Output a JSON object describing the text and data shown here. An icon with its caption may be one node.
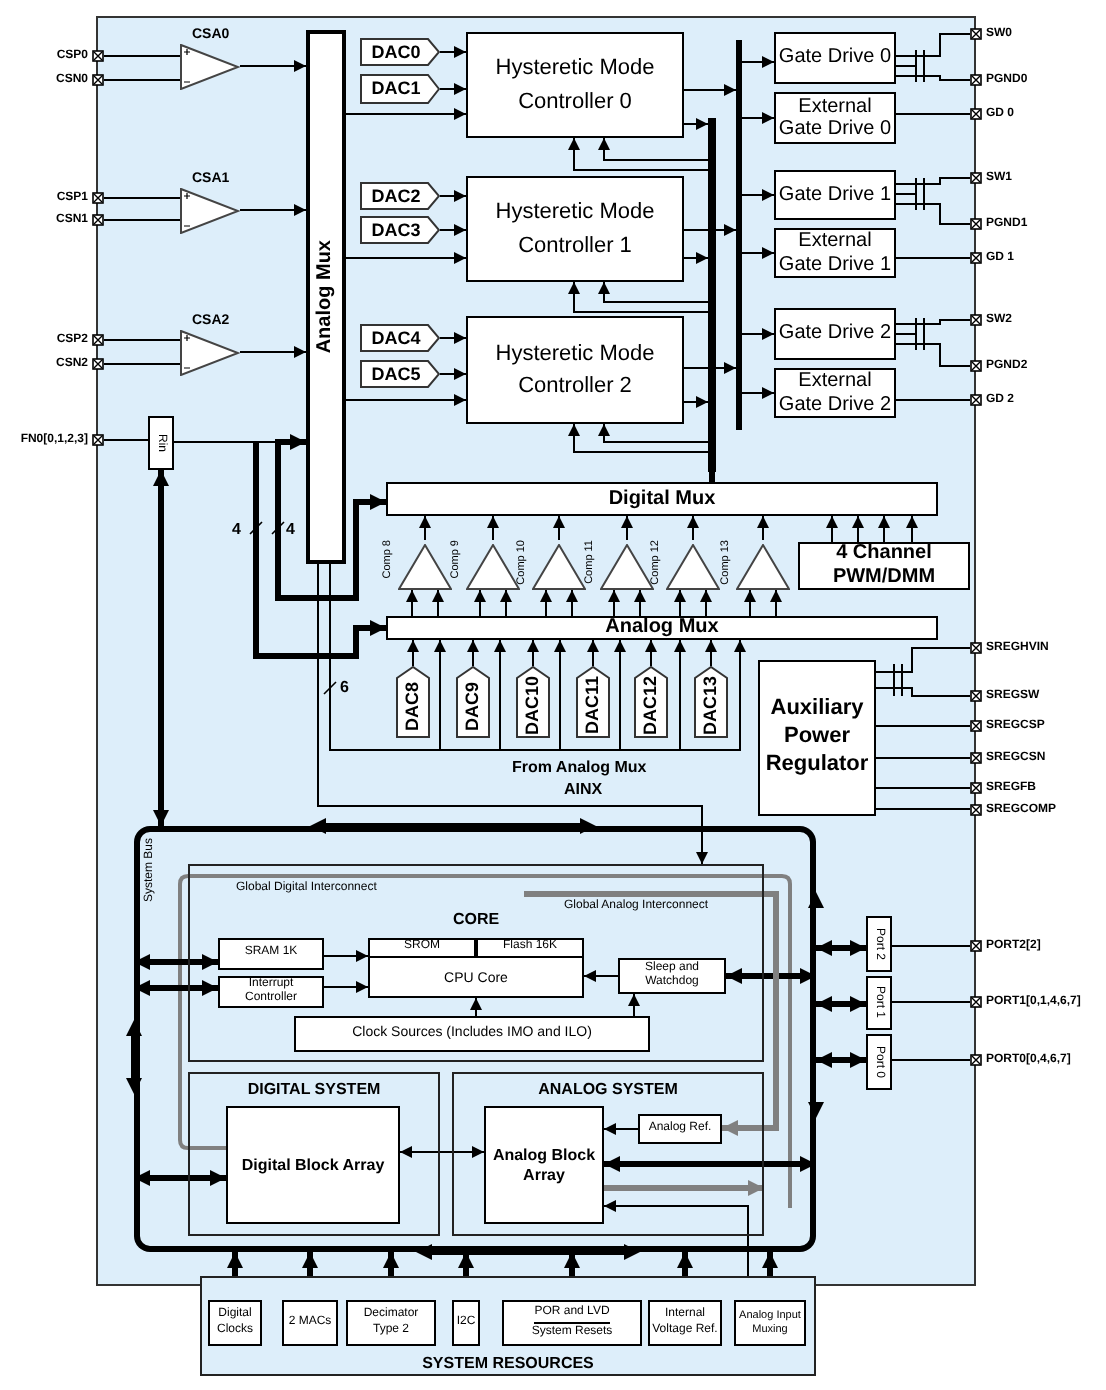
{
  "diagram": {
    "nodes": [
      {
        "text": [
          "CSP0"
        ]
      },
      {
        "text": [
          "CSN0"
        ]
      },
      {
        "text": [
          "CSA0"
        ]
      },
      {
        "text": [
          "CSP1"
        ]
      },
      {
        "text": [
          "CSN1"
        ]
      },
      {
        "text": [
          "CSA1"
        ]
      },
      {
        "text": [
          "CSP2"
        ]
      },
      {
        "text": [
          "CSN2"
        ]
      },
      {
        "text": [
          "CSA2"
        ]
      },
      {
        "text": [
          "FN0[0,1,2,3]"
        ]
      },
      {
        "text": [
          "Rin"
        ]
      },
      {
        "text": [
          "Analog Mux"
        ]
      },
      {
        "text": [
          "DAC0"
        ]
      },
      {
        "text": [
          "DAC1"
        ]
      },
      {
        "text": [
          "Hysteretic Mode Controller 0"
        ]
      },
      {
        "text": [
          "DAC2"
        ]
      },
      {
        "text": [
          "DAC3"
        ]
      },
      {
        "text": [
          "Hysteretic Mode Controller 1"
        ]
      },
      {
        "text": [
          "DAC4"
        ]
      },
      {
        "text": [
          "DAC5"
        ]
      },
      {
        "text": [
          "Hysteretic Mode Controller 2"
        ]
      },
      {
        "text": [],
        "shape": "bar"
      },
      {
        "text": [],
        "shape": "bar"
      },
      {
        "text": [
          "Gate Drive 0"
        ]
      },
      {
        "text": [
          "External Gate Drive 0"
        ]
      },
      {
        "text": [
          "Gate Drive 1"
        ]
      },
      {
        "text": [
          "External Gate Drive 1"
        ]
      },
      {
        "text": [
          "Gate Drive 2"
        ]
      },
      {
        "text": [
          "External Gate Drive 2"
        ]
      },
      {
        "text": [
          "SW0"
        ]
      },
      {
        "text": [
          "PGND0"
        ]
      },
      {
        "text": [
          "GD 0"
        ]
      },
      {
        "text": [
          "SW1"
        ]
      },
      {
        "text": [
          "PGND1"
        ]
      },
      {
        "text": [
          "GD 1"
        ]
      },
      {
        "text": [
          "SW2"
        ]
      },
      {
        "text": [
          "PGND2"
        ]
      },
      {
        "text": [
          "GD 2"
        ]
      },
      {
        "text": [
          "Digital Mux"
        ]
      },
      {
        "text": [
          "Comp 8"
        ]
      },
      {
        "text": [
          "Comp 9"
        ]
      },
      {
        "text": [
          "Comp 10"
        ]
      },
      {
        "text": [
          "Comp 11"
        ]
      },
      {
        "text": [
          "Comp 12"
        ]
      },
      {
        "text": [
          "Comp 13"
        ]
      },
      {
        "text": [
          "4 Channel PWM/DMM"
        ]
      },
      {
        "text": [
          "Analog Mux"
        ]
      },
      {
        "text": [
          "DAC8"
        ]
      },
      {
        "text": [
          "DAC9"
        ]
      },
      {
        "text": [
          "DAC10"
        ]
      },
      {
        "text": [
          "DAC11"
        ]
      },
      {
        "text": [
          "DAC12"
        ]
      },
      {
        "text": [
          "DAC13"
        ]
      },
      {
        "text": [
          "Auxiliary Power Regulator"
        ]
      },
      {
        "text": [
          "SREGHVIN"
        ]
      },
      {
        "text": [
          "SREGSW"
        ]
      },
      {
        "text": [
          "SREGCSP"
        ]
      },
      {
        "text": [
          "SREGCSN"
        ]
      },
      {
        "text": [
          "SREGFB"
        ]
      },
      {
        "text": [
          "SREGCOMP"
        ]
      },
      {
        "text": [
          "System Bus"
        ]
      },
      {
        "text": [
          "CORE"
        ],
        "in": 60
      },
      {
        "text": [
          "SRAM 1K"
        ],
        "in": 61
      },
      {
        "text": [
          "Interrupt Controller"
        ],
        "in": 61
      },
      {
        "text": [
          "CPU Core"
        ],
        "in": 61
      },
      {
        "text": [
          "SROM"
        ],
        "in": 64
      },
      {
        "text": [
          "Flash 16K"
        ],
        "in": 64
      },
      {
        "text": [
          "Sleep and Watchdog"
        ],
        "in": 61
      },
      {
        "text": [
          "Clock Sources (Includes IMO and ILO)"
        ],
        "in": 61
      },
      {
        "text": [
          "DIGITAL SYSTEM"
        ],
        "in": 60
      },
      {
        "text": [
          "Digital Block Array"
        ],
        "in": 69
      },
      {
        "text": [
          "ANALOG SYSTEM"
        ],
        "in": 60
      },
      {
        "text": [
          "Analog Block Array"
        ],
        "in": 71
      },
      {
        "text": [
          "Analog Ref."
        ],
        "in": 71
      },
      {
        "text": [
          "Port 2"
        ]
      },
      {
        "text": [
          "Port 1"
        ]
      },
      {
        "text": [
          "Port 0"
        ]
      },
      {
        "text": [
          "PORT2[2]"
        ]
      },
      {
        "text": [
          "PORT1[0,1,4,6,7]"
        ]
      },
      {
        "text": [
          "PORT0[0,4,6,7]"
        ]
      },
      {
        "text": [
          "SYSTEM RESOURCES"
        ]
      },
      {
        "text": [
          "Digital Clocks"
        ],
        "in": 80
      },
      {
        "text": [
          "2 MACs"
        ],
        "in": 80
      },
      {
        "text": [
          "Decimator Type 2"
        ],
        "in": 80
      },
      {
        "text": [
          "I2C"
        ],
        "in": 80
      },
      {
        "text": [
          "POR and LVD",
          "System Resets"
        ],
        "in": 80
      },
      {
        "text": [
          "Internal Voltage Ref."
        ],
        "in": 80
      },
      {
        "text": [
          "Analog Input Muxing"
        ],
        "in": 80
      }
    ],
    "edges": [
      {
        "from": 0,
        "to": 2,
        "arrow": "none"
      },
      {
        "from": 1,
        "to": 2,
        "arrow": "none"
      },
      {
        "from": 2,
        "to": 11,
        "arrow": "to"
      },
      {
        "from": 3,
        "to": 5,
        "arrow": "none"
      },
      {
        "from": 4,
        "to": 5,
        "arrow": "none"
      },
      {
        "from": 5,
        "to": 11,
        "arrow": "to"
      },
      {
        "from": 6,
        "to": 8,
        "arrow": "none"
      },
      {
        "from": 7,
        "to": 8,
        "arrow": "none"
      },
      {
        "from": 8,
        "to": 11,
        "arrow": "to"
      },
      {
        "from": 9,
        "to": 10,
        "arrow": "none"
      },
      {
        "from": 10,
        "to": 11,
        "arrow": "none"
      },
      {
        "from": 12,
        "to": 14,
        "arrow": "to"
      },
      {
        "from": 13,
        "to": 14,
        "arrow": "to"
      },
      {
        "from": 11,
        "to": 14,
        "arrow": "to"
      },
      {
        "from": 15,
        "to": 17,
        "arrow": "to"
      },
      {
        "from": 16,
        "to": 17,
        "arrow": "to"
      },
      {
        "from": 11,
        "to": 17,
        "arrow": "to"
      },
      {
        "from": 18,
        "to": 20,
        "arrow": "to"
      },
      {
        "from": 19,
        "to": 20,
        "arrow": "to"
      },
      {
        "from": 11,
        "to": 20,
        "arrow": "to"
      },
      {
        "from": 14,
        "to": 22,
        "arrow": "to"
      },
      {
        "from": 14,
        "to": 21,
        "arrow": "to"
      },
      {
        "from": 17,
        "to": 22,
        "arrow": "to"
      },
      {
        "from": 17,
        "to": 21,
        "arrow": "to"
      },
      {
        "from": 20,
        "to": 22,
        "arrow": "to"
      },
      {
        "from": 20,
        "to": 21,
        "arrow": "to"
      },
      {
        "from": 21,
        "to": 14,
        "arrow": "to"
      },
      {
        "from": 21,
        "to": 14,
        "arrow": "to"
      },
      {
        "from": 21,
        "to": 17,
        "arrow": "to"
      },
      {
        "from": 21,
        "to": 17,
        "arrow": "to"
      },
      {
        "from": 21,
        "to": 20,
        "arrow": "to"
      },
      {
        "from": 21,
        "to": 20,
        "arrow": "to"
      },
      {
        "from": 22,
        "to": 23,
        "arrow": "to"
      },
      {
        "from": 22,
        "to": 24,
        "arrow": "to"
      },
      {
        "from": 22,
        "to": 25,
        "arrow": "to"
      },
      {
        "from": 22,
        "to": 26,
        "arrow": "to"
      },
      {
        "from": 22,
        "to": 27,
        "arrow": "to"
      },
      {
        "from": 22,
        "to": 28,
        "arrow": "to"
      },
      {
        "from": 23,
        "to": 29,
        "arrow": "none"
      },
      {
        "from": 23,
        "to": 30,
        "arrow": "none"
      },
      {
        "from": 24,
        "to": 31,
        "arrow": "none"
      },
      {
        "from": 25,
        "to": 32,
        "arrow": "none"
      },
      {
        "from": 25,
        "to": 33,
        "arrow": "none"
      },
      {
        "from": 26,
        "to": 34,
        "arrow": "none"
      },
      {
        "from": 27,
        "to": 35,
        "arrow": "none"
      },
      {
        "from": 27,
        "to": 36,
        "arrow": "none"
      },
      {
        "from": 28,
        "to": 37,
        "arrow": "none"
      },
      {
        "from": 21,
        "to": 38,
        "arrow": "none",
        "style": "thick"
      },
      {
        "from": 11,
        "to": 38,
        "arrow": "both",
        "style": "thick"
      },
      {
        "from": null,
        "to": 46,
        "arrow": "to",
        "style": "thick"
      },
      {
        "from": 39,
        "to": 38,
        "arrow": "to"
      },
      {
        "from": 40,
        "to": 38,
        "arrow": "to"
      },
      {
        "from": 41,
        "to": 38,
        "arrow": "to"
      },
      {
        "from": 42,
        "to": 38,
        "arrow": "to"
      },
      {
        "from": 43,
        "to": 38,
        "arrow": "to"
      },
      {
        "from": 44,
        "to": 38,
        "arrow": "to"
      },
      {
        "from": 46,
        "to": 39,
        "arrow": "to"
      },
      {
        "from": 46,
        "to": 39,
        "arrow": "to"
      },
      {
        "from": 46,
        "to": 40,
        "arrow": "to"
      },
      {
        "from": 46,
        "to": 40,
        "arrow": "to"
      },
      {
        "from": 46,
        "to": 41,
        "arrow": "to"
      },
      {
        "from": 46,
        "to": 41,
        "arrow": "to"
      },
      {
        "from": 46,
        "to": 42,
        "arrow": "to"
      },
      {
        "from": 46,
        "to": 42,
        "arrow": "to"
      },
      {
        "from": 46,
        "to": 43,
        "arrow": "to"
      },
      {
        "from": 46,
        "to": 43,
        "arrow": "to"
      },
      {
        "from": 46,
        "to": 44,
        "arrow": "to"
      },
      {
        "from": 46,
        "to": 44,
        "arrow": "to"
      },
      {
        "from": 45,
        "to": 38,
        "arrow": "to"
      },
      {
        "from": 45,
        "to": 38,
        "arrow": "to"
      },
      {
        "from": 45,
        "to": 38,
        "arrow": "to"
      },
      {
        "from": 45,
        "to": 38,
        "arrow": "to"
      },
      {
        "from": 47,
        "to": 46,
        "arrow": "to"
      },
      {
        "from": 48,
        "to": 46,
        "arrow": "to"
      },
      {
        "from": 49,
        "to": 46,
        "arrow": "to"
      },
      {
        "from": 50,
        "to": 46,
        "arrow": "to"
      },
      {
        "from": 51,
        "to": 46,
        "arrow": "to"
      },
      {
        "from": 52,
        "to": 46,
        "arrow": "to"
      },
      {
        "from": 11,
        "to": 46,
        "arrow": "to"
      },
      {
        "from": 11,
        "to": 46,
        "arrow": "to"
      },
      {
        "from": 11,
        "to": 46,
        "arrow": "to"
      },
      {
        "from": 11,
        "to": 46,
        "arrow": "to"
      },
      {
        "from": 11,
        "to": 46,
        "arrow": "to"
      },
      {
        "from": 11,
        "to": 46,
        "arrow": "to"
      },
      {
        "from": 11,
        "to": 61,
        "arrow": "to",
        "label": "AINX"
      },
      {
        "from": 53,
        "to": 54,
        "arrow": "none"
      },
      {
        "from": 53,
        "to": 55,
        "arrow": "none"
      },
      {
        "from": 53,
        "to": 56,
        "arrow": "none"
      },
      {
        "from": 53,
        "to": 57,
        "arrow": "none"
      },
      {
        "from": 53,
        "to": 58,
        "arrow": "none"
      },
      {
        "from": 53,
        "to": 59,
        "arrow": "none"
      },
      {
        "from": 10,
        "to": 60,
        "arrow": "both",
        "style": "thick"
      },
      {
        "from": 60,
        "to": 62,
        "arrow": "both",
        "style": "thick"
      },
      {
        "from": 60,
        "to": 63,
        "arrow": "both",
        "style": "thick"
      },
      {
        "from": 62,
        "to": 64,
        "arrow": "to"
      },
      {
        "from": 63,
        "to": 64,
        "arrow": "to"
      },
      {
        "from": 67,
        "to": 64,
        "arrow": "to"
      },
      {
        "from": 68,
        "to": 64,
        "arrow": "to"
      },
      {
        "from": 68,
        "to": 67,
        "arrow": "to"
      },
      {
        "from": 60,
        "to": 67,
        "arrow": "both",
        "style": "thick"
      },
      {
        "from": 60,
        "to": 70,
        "arrow": "both",
        "style": "thick"
      },
      {
        "from": 70,
        "to": 72,
        "arrow": "both"
      },
      {
        "from": 60,
        "to": 72,
        "arrow": "both",
        "style": "thick"
      },
      {
        "from": 73,
        "to": 72,
        "arrow": "to"
      },
      {
        "from": null,
        "to": 73,
        "arrow": "to",
        "style": "thick",
        "color": "#808080"
      },
      {
        "from": 72,
        "to": null,
        "arrow": "to",
        "style": "thick",
        "color": "#808080"
      },
      {
        "from": 87,
        "to": 72,
        "arrow": "to"
      },
      {
        "from": 60,
        "to": 74,
        "arrow": "both",
        "style": "thick"
      },
      {
        "from": 60,
        "to": 75,
        "arrow": "both",
        "style": "thick"
      },
      {
        "from": 60,
        "to": 76,
        "arrow": "both",
        "style": "thick"
      },
      {
        "from": 74,
        "to": 77,
        "arrow": "none"
      },
      {
        "from": 75,
        "to": 78,
        "arrow": "none"
      },
      {
        "from": 76,
        "to": 79,
        "arrow": "none"
      },
      {
        "from": 60,
        "to": 81,
        "arrow": "both",
        "style": "thick"
      },
      {
        "from": 60,
        "to": 82,
        "arrow": "both",
        "style": "thick"
      },
      {
        "from": 60,
        "to": 83,
        "arrow": "both",
        "style": "thick"
      },
      {
        "from": 60,
        "to": 84,
        "arrow": "both",
        "style": "thick"
      },
      {
        "from": 60,
        "to": 85,
        "arrow": "both",
        "style": "thick"
      },
      {
        "from": 60,
        "to": 86,
        "arrow": "both",
        "style": "thick"
      },
      {
        "from": 60,
        "to": 87,
        "arrow": "both",
        "style": "thick"
      }
    ],
    "labels": [
      "4",
      "4",
      "6",
      "From Analog Mux",
      "Global Digital Interconnect",
      "Global Analog Interconnect"
    ]
  }
}
